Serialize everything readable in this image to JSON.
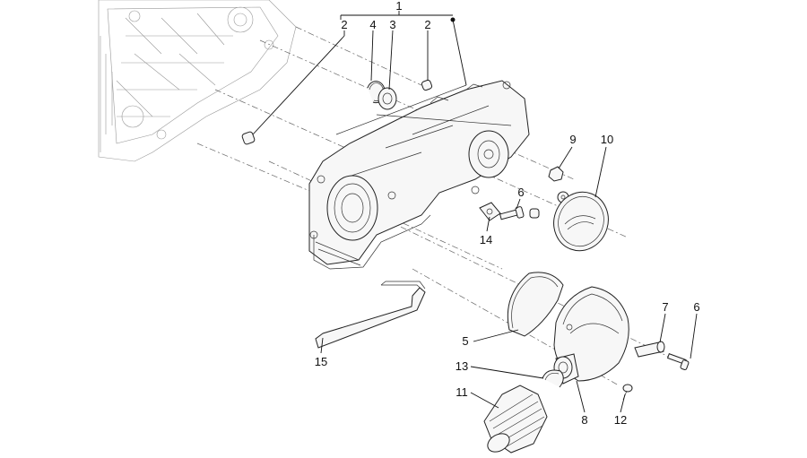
{
  "diagram": {
    "callouts": [
      {
        "id": "c1",
        "label": "1"
      },
      {
        "id": "c2a",
        "label": "2"
      },
      {
        "id": "c4",
        "label": "4"
      },
      {
        "id": "c3",
        "label": "3"
      },
      {
        "id": "c2b",
        "label": "2"
      },
      {
        "id": "c9",
        "label": "9"
      },
      {
        "id": "c10",
        "label": "10"
      },
      {
        "id": "c6a",
        "label": "6"
      },
      {
        "id": "c14",
        "label": "14"
      },
      {
        "id": "c7",
        "label": "7"
      },
      {
        "id": "c6b",
        "label": "6"
      },
      {
        "id": "c5",
        "label": "5"
      },
      {
        "id": "c15",
        "label": "15"
      },
      {
        "id": "c13",
        "label": "13"
      },
      {
        "id": "c11",
        "label": "11"
      },
      {
        "id": "c8",
        "label": "8"
      },
      {
        "id": "c12",
        "label": "12"
      }
    ]
  }
}
